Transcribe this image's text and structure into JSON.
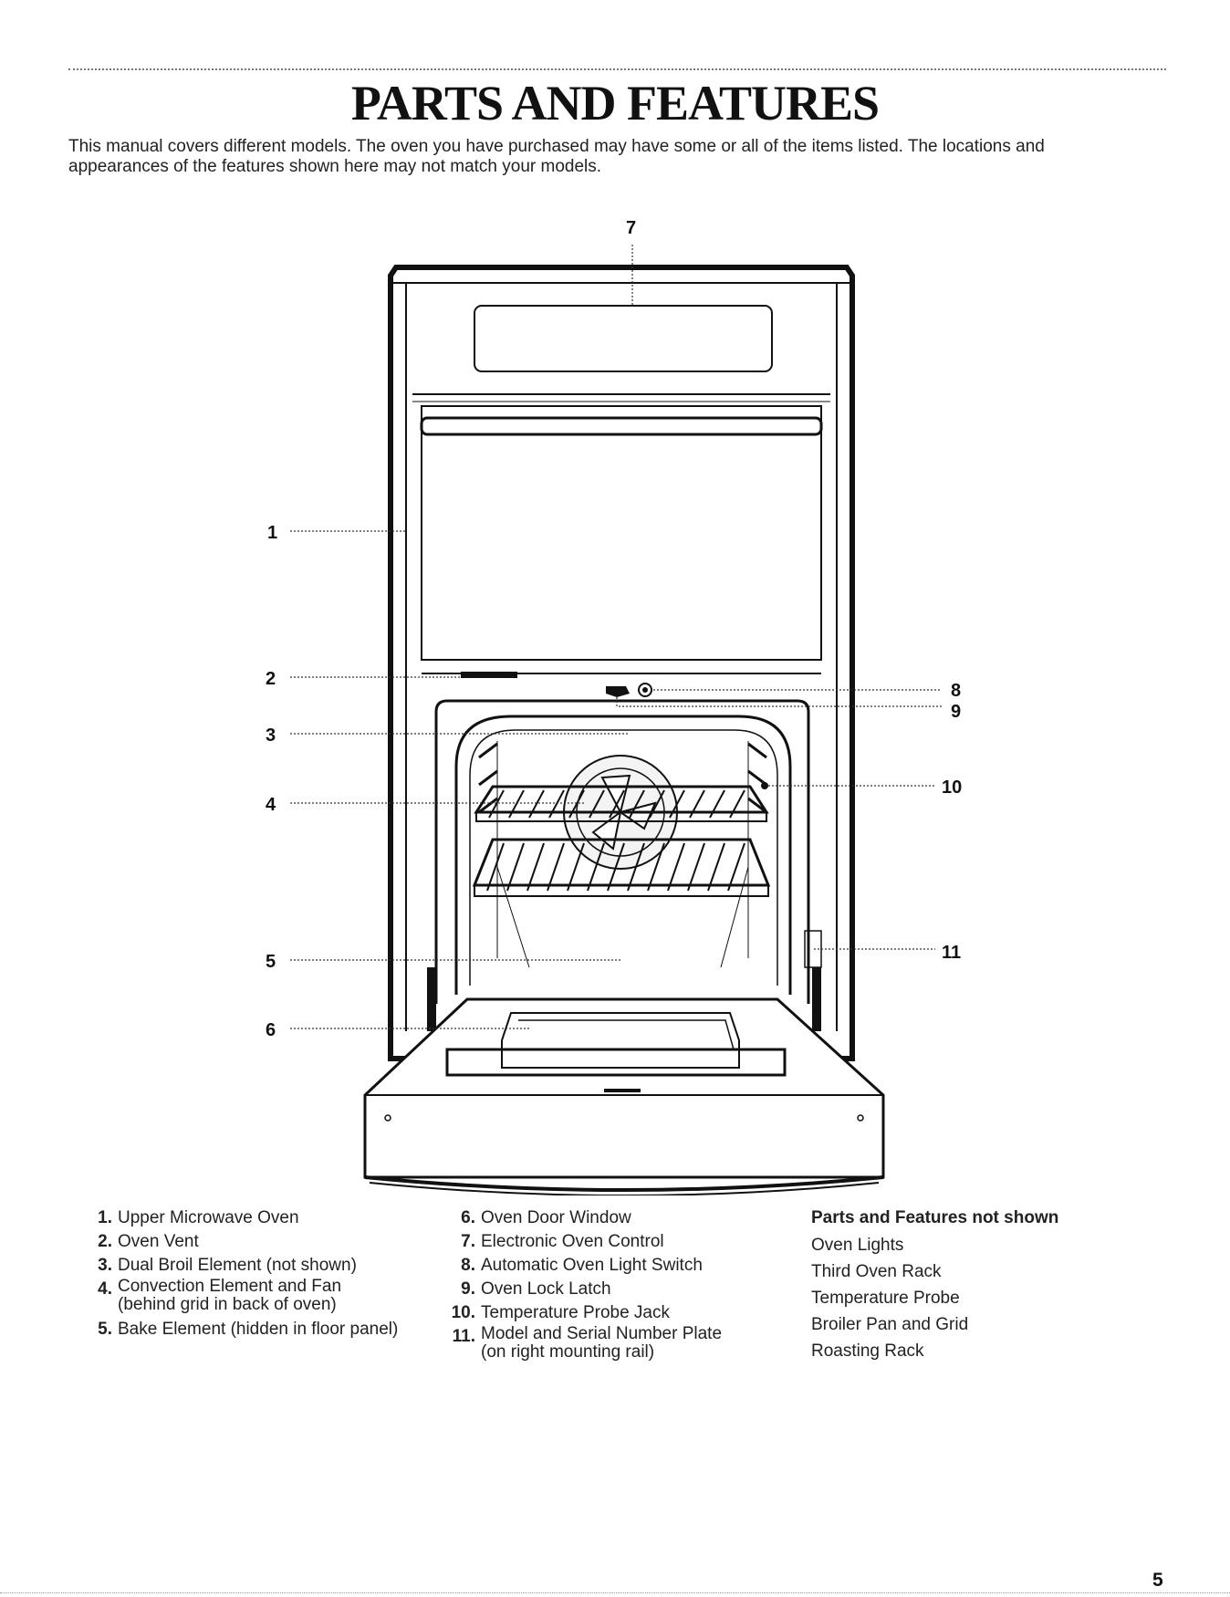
{
  "page": {
    "title": "PARTS AND FEATURES",
    "intro": "This manual covers different models. The oven you have purchased may have some or all of the items listed. The locations and appearances of the features shown here may not match your models.",
    "page_number": "5"
  },
  "callouts": [
    "1",
    "2",
    "3",
    "4",
    "5",
    "6",
    "7",
    "8",
    "9",
    "10",
    "11"
  ],
  "parts_col1": [
    {
      "num": "1.",
      "label": "Upper Microwave Oven"
    },
    {
      "num": "2.",
      "label": "Oven Vent"
    },
    {
      "num": "3.",
      "label": "Dual Broil Element (not shown)"
    },
    {
      "num": "4.",
      "label": "Convection Element and Fan",
      "sub": "(behind grid in back of oven)"
    },
    {
      "num": "5.",
      "label": "Bake Element (hidden in floor panel)"
    }
  ],
  "parts_col2": [
    {
      "num": "6.",
      "label": "Oven Door Window"
    },
    {
      "num": "7.",
      "label": "Electronic Oven Control"
    },
    {
      "num": "8.",
      "label": "Automatic Oven Light Switch"
    },
    {
      "num": "9.",
      "label": "Oven Lock Latch"
    },
    {
      "num": "10.",
      "label": "Temperature Probe Jack"
    },
    {
      "num": "11.",
      "label": "Model and Serial Number Plate",
      "sub": "(on right mounting rail)"
    }
  ],
  "not_shown": {
    "heading": "Parts and Features not shown",
    "items": [
      "Oven Lights",
      "Third Oven Rack",
      "Temperature Probe",
      "Broiler Pan and Grid",
      "Roasting Rack"
    ]
  }
}
